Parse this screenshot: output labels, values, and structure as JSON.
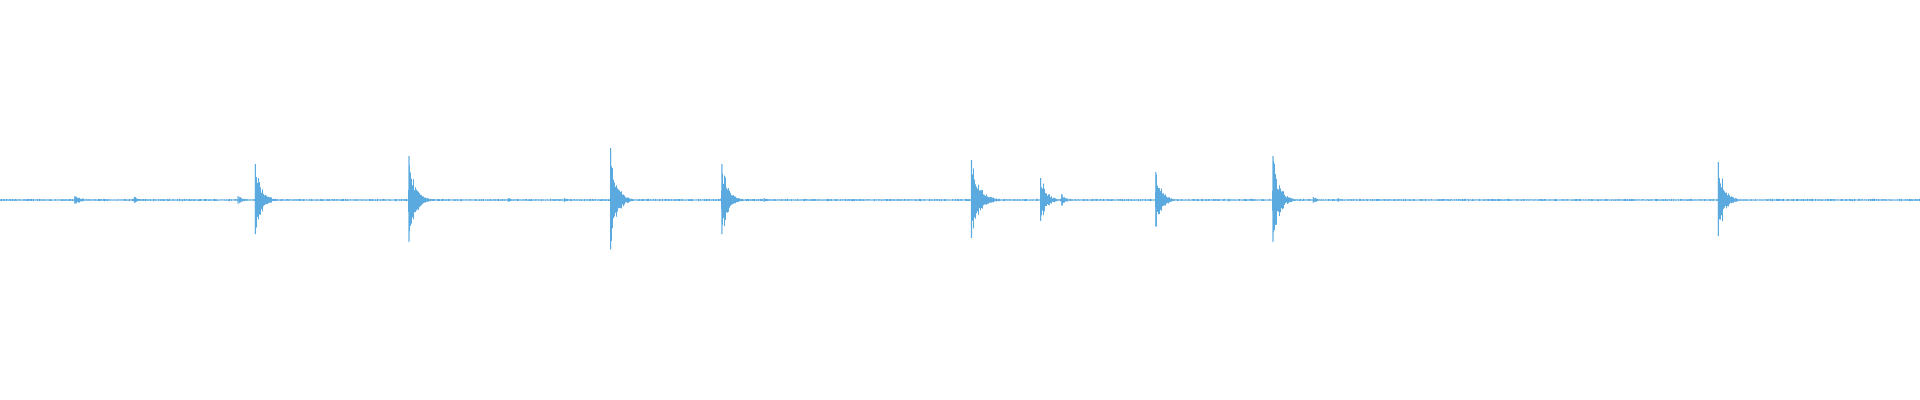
{
  "waveform": {
    "color": "#5aaae0",
    "background": "#ffffff",
    "baseline_amplitude": 0.004,
    "transients": [
      {
        "time": 0.039,
        "amplitude": 0.02,
        "decay": 0.004
      },
      {
        "time": 0.07,
        "amplitude": 0.015,
        "decay": 0.002
      },
      {
        "time": 0.124,
        "amplitude": 0.02,
        "decay": 0.003
      },
      {
        "time": 0.133,
        "amplitude": 0.18,
        "decay": 0.003
      },
      {
        "time": 0.213,
        "amplitude": 0.22,
        "decay": 0.003
      },
      {
        "time": 0.265,
        "amplitude": 0.01,
        "decay": 0.002
      },
      {
        "time": 0.294,
        "amplitude": 0.01,
        "decay": 0.002
      },
      {
        "time": 0.318,
        "amplitude": 0.26,
        "decay": 0.003
      },
      {
        "time": 0.376,
        "amplitude": 0.18,
        "decay": 0.003
      },
      {
        "time": 0.398,
        "amplitude": 0.01,
        "decay": 0.002
      },
      {
        "time": 0.506,
        "amplitude": 0.2,
        "decay": 0.004
      },
      {
        "time": 0.542,
        "amplitude": 0.11,
        "decay": 0.003
      },
      {
        "time": 0.553,
        "amplitude": 0.03,
        "decay": 0.002
      },
      {
        "time": 0.602,
        "amplitude": 0.14,
        "decay": 0.003
      },
      {
        "time": 0.663,
        "amplitude": 0.22,
        "decay": 0.003
      },
      {
        "time": 0.684,
        "amplitude": 0.015,
        "decay": 0.003
      },
      {
        "time": 0.697,
        "amplitude": 0.01,
        "decay": 0.002
      },
      {
        "time": 0.895,
        "amplitude": 0.19,
        "decay": 0.003
      },
      {
        "time": 0.975,
        "amplitude": 0.005,
        "decay": 0.003
      }
    ]
  }
}
